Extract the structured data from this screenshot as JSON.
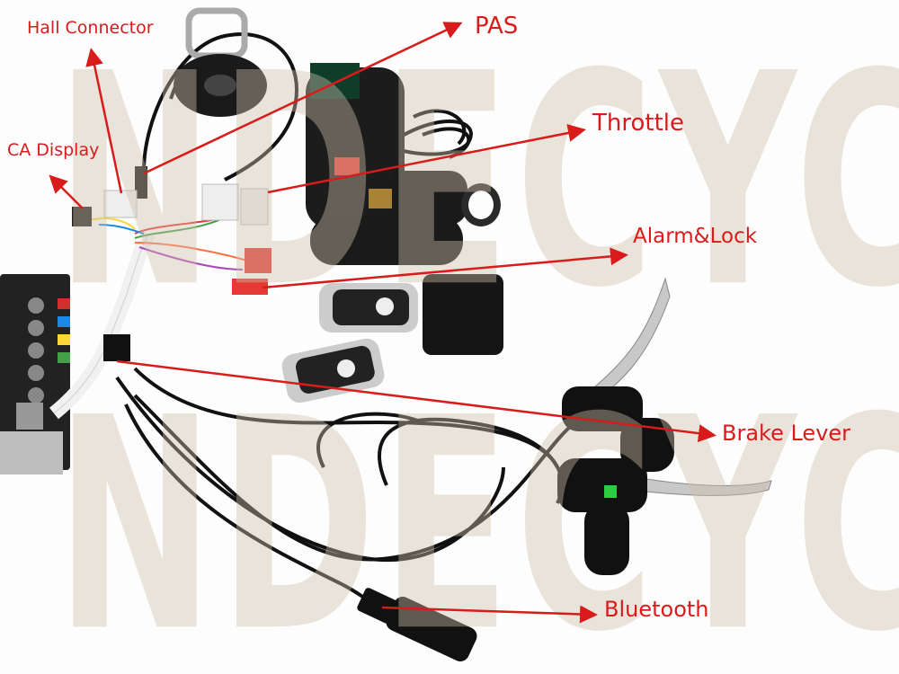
{
  "image": {
    "description_icon": "ebike-controller-kit-photo",
    "watermark": "NDECYC",
    "label_color": "#d81b1b"
  },
  "labels": {
    "hall_connector": "Hall Connector",
    "ca_display": "CA Display",
    "pas": "PAS",
    "throttle": "Throttle",
    "alarm_lock": "Alarm&Lock",
    "brake_lever": "Brake Lever",
    "bluetooth": "Bluetooth"
  }
}
